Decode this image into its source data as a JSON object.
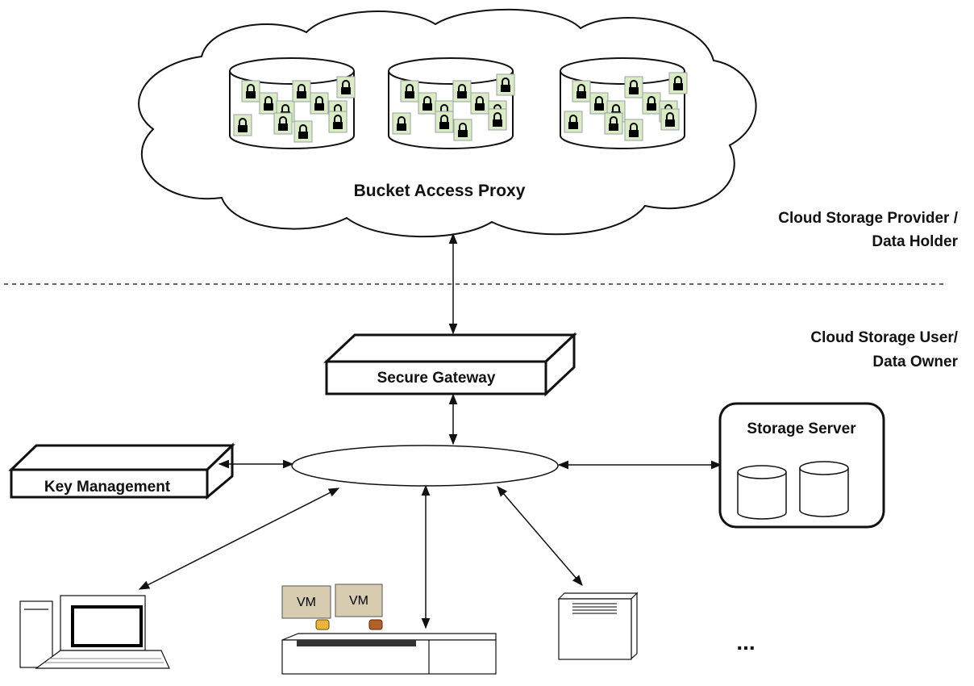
{
  "cloud": {
    "label": "Bucket Access Proxy",
    "bucket_count": 3
  },
  "zones": {
    "provider_line1": "Cloud Storage Provider /",
    "provider_line2": "Data Holder",
    "user_line1": "Cloud Storage User/",
    "user_line2": "Data Owner"
  },
  "gateway": {
    "label": "Secure Gateway"
  },
  "key_management": {
    "label": "Key Management"
  },
  "storage_server": {
    "label": "Storage Server"
  },
  "vms": [
    {
      "label": "VM"
    },
    {
      "label": "VM"
    }
  ],
  "more": {
    "label": "..."
  },
  "colors": {
    "lock_tile": "#d9ecc4",
    "vm_box": "#d8ccb0",
    "vm_disk_1": "#e8b43a",
    "vm_disk_2": "#b5602a",
    "line": "#111111",
    "divider": "#666666"
  }
}
